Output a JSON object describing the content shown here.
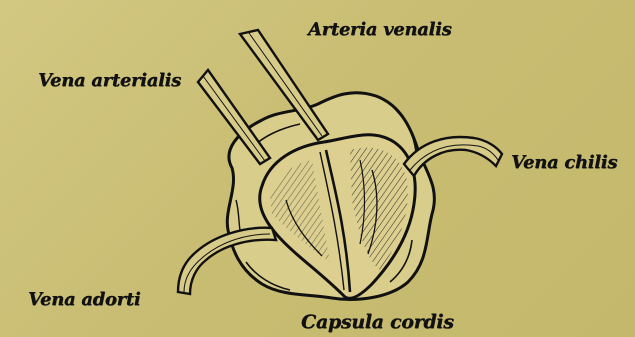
{
  "figure": {
    "labels": {
      "arteria_venalis": "Arteria venalis",
      "vena_arterialis": "Vena arterialis",
      "vena_chilis": "Vena chilis",
      "vena_adorti": "Vena adorti",
      "capsula_cordis": "Capsula cordis"
    }
  },
  "colors": {
    "paper": "#cbbf76",
    "ink": "#111111"
  }
}
